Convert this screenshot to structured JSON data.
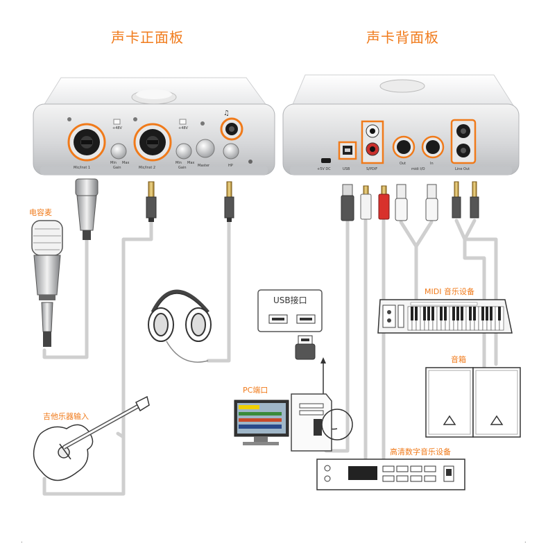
{
  "titles": {
    "front": "声卡正面板",
    "back": "声卡背面板"
  },
  "labels": {
    "condenser_mic": "电容麦",
    "guitar_input": "吉他乐器输入",
    "usb_port": "USB接口",
    "pc_port": "PC端口",
    "midi_device": "MIDI 音乐设备",
    "speakers": "音箱",
    "hd_digital_device": "高清数字音乐设备"
  },
  "front_panel": {
    "mic1": "Mic/Inst 1",
    "mic2": "Mic/Inst 2",
    "gain": "Gain",
    "master": "Master",
    "hp": "HP",
    "phantom": "+48V",
    "min": "Min",
    "max": "Max"
  },
  "back_panel": {
    "dc": "+5V DC",
    "usb": "USB",
    "spdif": "S/PDIF",
    "out": "Out",
    "in": "In",
    "midi_io": "midi I/O",
    "line_out": "Line Out"
  },
  "colors": {
    "accent": "#f07a1a",
    "cable": "#c8c8c8",
    "device": "#e6e6e6"
  }
}
